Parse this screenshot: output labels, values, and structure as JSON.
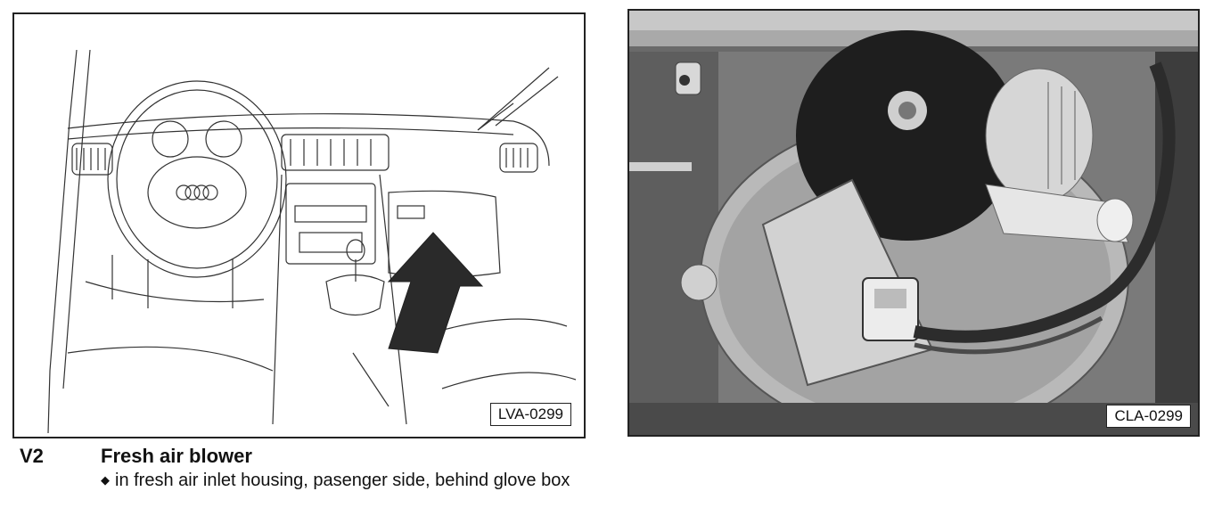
{
  "figures": [
    {
      "label": "LVA-0299"
    },
    {
      "label": "CLA-0299"
    }
  ],
  "component": {
    "code": "V2",
    "title": "Fresh air blower",
    "location_bullet": "in fresh air inlet housing, pasenger side, behind glove box",
    "bullet_icon": "diamond-bullet-icon"
  }
}
